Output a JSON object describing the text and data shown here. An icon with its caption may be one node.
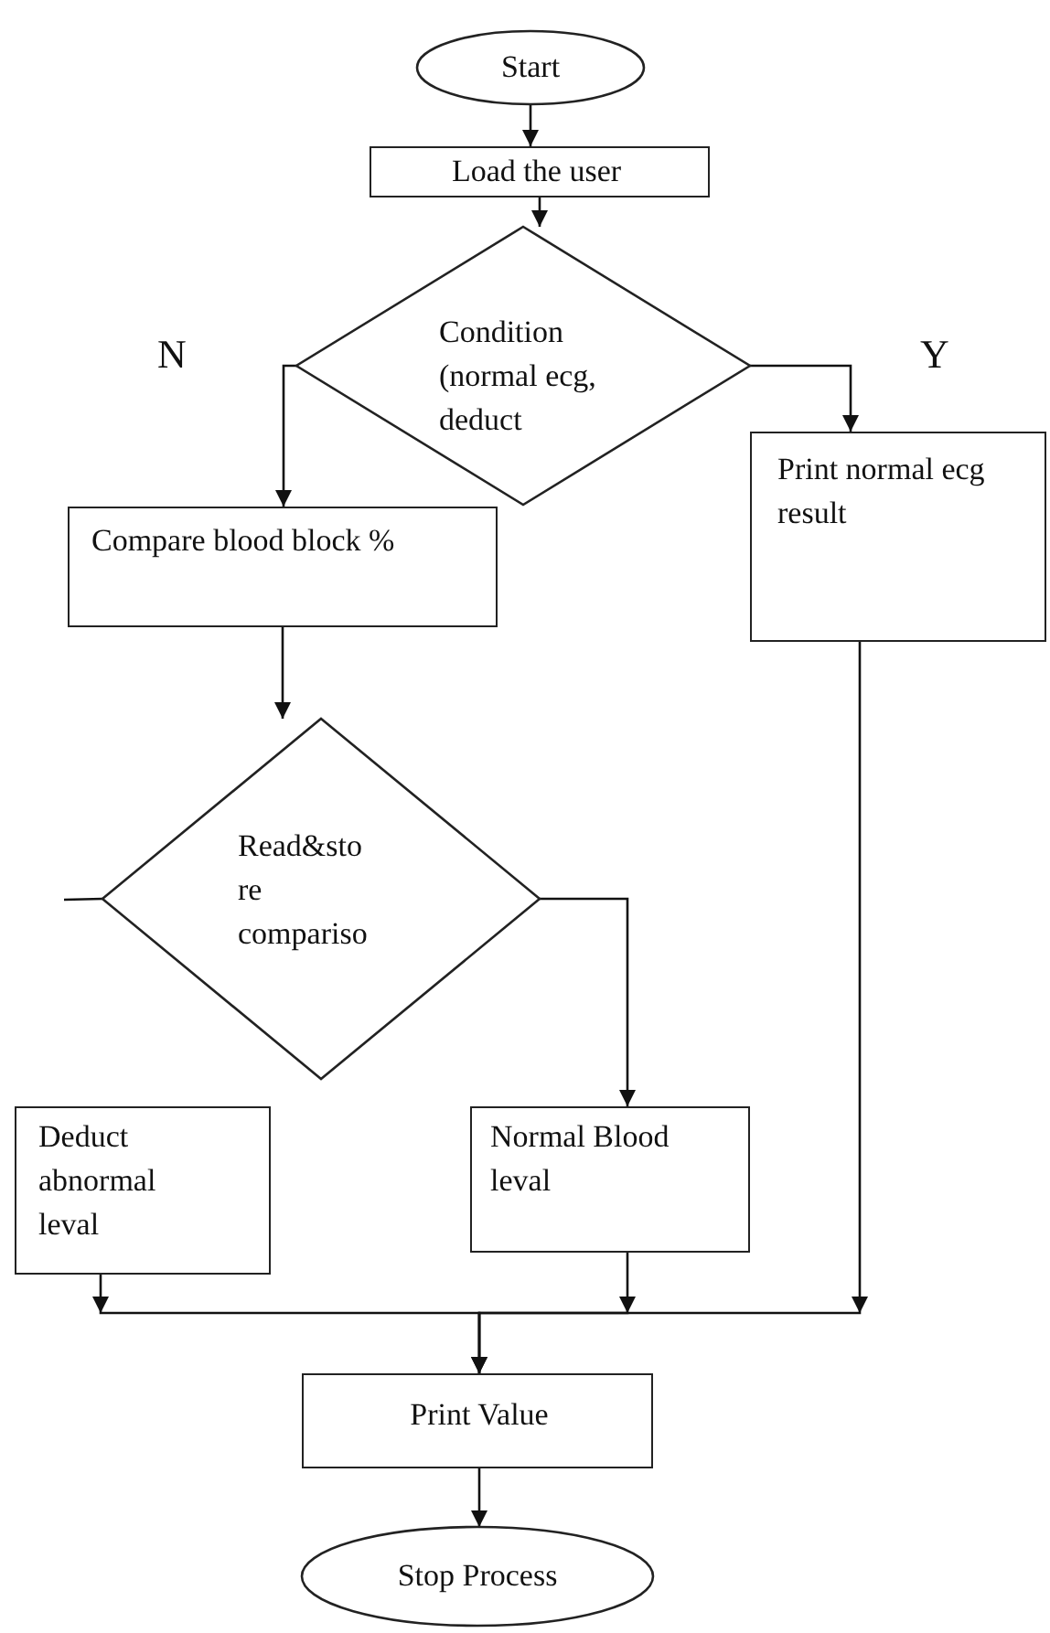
{
  "diagram": {
    "nodes": [
      {
        "text": [
          "Start"
        ]
      },
      {
        "text": [
          "Load the user"
        ]
      },
      {
        "text": [
          "Condition (normal ecg, deduct"
        ]
      },
      {
        "text": [
          "Compare blood block %"
        ]
      },
      {
        "text": [
          "Print normal ecg result"
        ]
      },
      {
        "text": [
          "Read&sto re compariso"
        ]
      },
      {
        "text": [
          "Deduct abnormal leval"
        ]
      },
      {
        "text": [
          "Normal Blood leval"
        ]
      },
      {
        "text": [
          "Print Value"
        ]
      },
      {
        "text": [
          "Stop Process"
        ]
      }
    ],
    "edges": [
      {
        "from": 0,
        "to": 1,
        "arrow": "to"
      },
      {
        "from": 1,
        "to": 2,
        "arrow": "to"
      },
      {
        "from": 2,
        "to": 3,
        "arrow": "to"
      },
      {
        "from": 2,
        "to": 4,
        "arrow": "to"
      },
      {
        "from": 3,
        "to": 5,
        "arrow": "to"
      },
      {
        "from": 5,
        "to": 7,
        "arrow": "to"
      },
      {
        "from": 5,
        "to": null,
        "arrow": "none"
      },
      {
        "from": 6,
        "to": 8,
        "arrow": "to"
      },
      {
        "from": 7,
        "to": 8,
        "arrow": "to"
      },
      {
        "from": 4,
        "to": 8,
        "arrow": "to"
      },
      {
        "from": 8,
        "to": 9,
        "arrow": "to"
      }
    ],
    "labels": [
      "N",
      "Y"
    ]
  }
}
